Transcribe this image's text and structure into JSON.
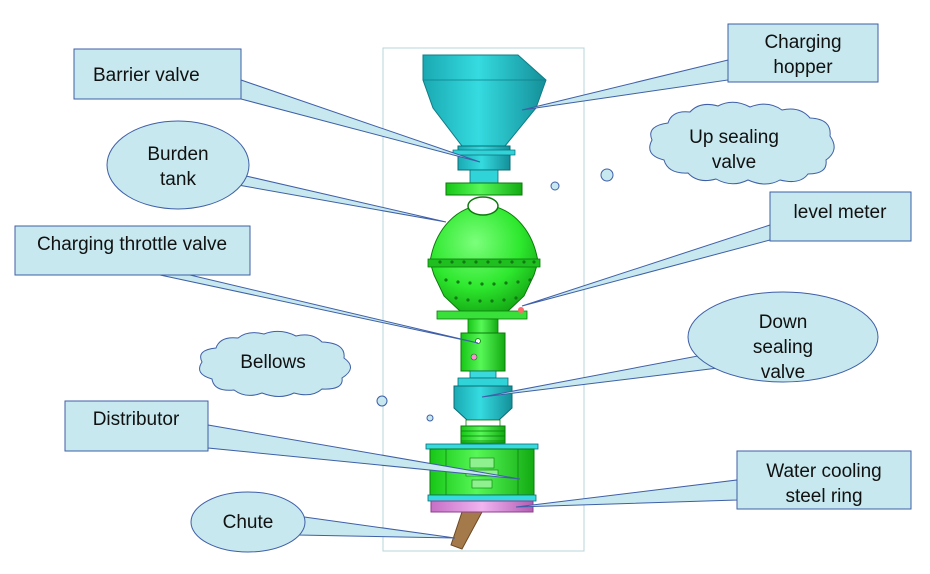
{
  "colors": {
    "callout_fill": "#c6e8ee",
    "callout_stroke": "#3f5fa8",
    "tank_green": "#2ee82e",
    "hopper_cyan": "#27c4c9",
    "ring_pink": "#d98ad9",
    "chute_brown": "#a57a4a"
  },
  "labels": {
    "barrier_valve": [
      "Barrier valve"
    ],
    "charging_hopper": [
      "Charging",
      "hopper"
    ],
    "up_sealing_valve": [
      "Up sealing",
      "valve"
    ],
    "burden_tank": [
      "Burden",
      "tank"
    ],
    "level_meter": [
      "level meter"
    ],
    "charging_throttle_valve": [
      "Charging throttle valve"
    ],
    "down_sealing_valve": [
      "Down",
      "sealing",
      "valve"
    ],
    "bellows": [
      "Bellows"
    ],
    "distributor": [
      "Distributor"
    ],
    "water_cooling_steel_ring": [
      "Water cooling",
      "steel ring"
    ],
    "chute": [
      "Chute"
    ]
  }
}
